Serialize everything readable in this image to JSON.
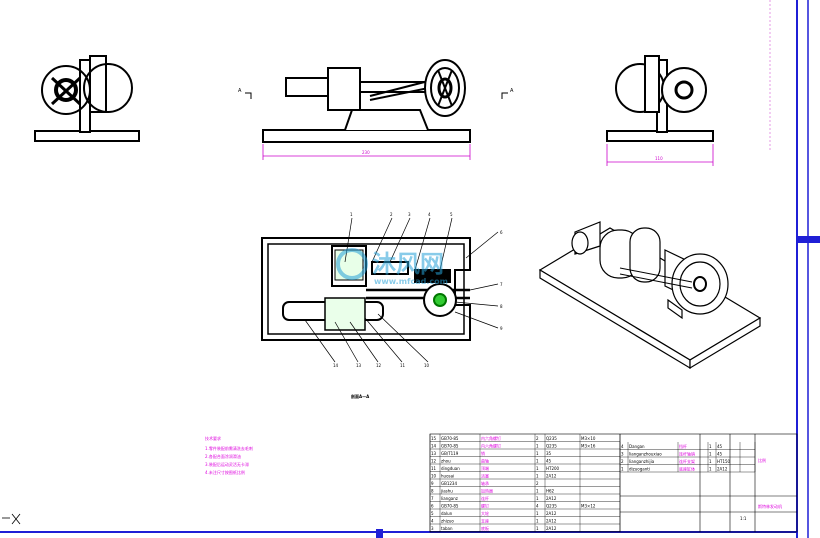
{
  "section_marks": {
    "left": "A",
    "right": "A"
  },
  "dimensions": {
    "front_width": "230",
    "side_width": "110"
  },
  "view_caption": "剖面A—A",
  "callouts": {
    "top": [
      "1",
      "2",
      "3",
      "4",
      "5"
    ],
    "right": [
      "6",
      "7",
      "8",
      "9"
    ],
    "bottom": [
      "14",
      "13",
      "12",
      "11",
      "10"
    ]
  },
  "watermark": {
    "brand": "沐风网",
    "url": "www.mfcad.com"
  },
  "tech_notes": {
    "title": "技术要求",
    "lines": [
      "1.零件装配前需清洗去毛刺",
      "2.各配合面涂润滑油",
      "3.装配后运动灵活无卡滞",
      "4.未注尺寸按图纸比例"
    ]
  },
  "title_block": {
    "drawing_name": "斯特林发动机",
    "scale": "1:1",
    "material_note": "比例"
  },
  "bom_left": [
    {
      "no": "15",
      "code": "GB70-85",
      "name": "内六角螺钉",
      "qty": "2",
      "mat": "Q235",
      "note": "M3×10"
    },
    {
      "no": "14",
      "code": "GB70-85",
      "name": "内六角螺钉",
      "qty": "1",
      "mat": "Q235",
      "note": "M3×16"
    },
    {
      "no": "13",
      "code": "GB/T119",
      "name": "销",
      "qty": "1",
      "mat": "35",
      "note": ""
    },
    {
      "no": "12",
      "code": "zhou",
      "name": "曲轴",
      "qty": "1",
      "mat": "45",
      "note": ""
    },
    {
      "no": "11",
      "code": "dingduan",
      "name": "顶端",
      "qty": "1",
      "mat": "HT200",
      "note": ""
    },
    {
      "no": "10",
      "code": "huosai",
      "name": "活塞",
      "qty": "1",
      "mat": "2A12",
      "note": ""
    },
    {
      "no": "9",
      "code": "GB1234",
      "name": "轴承",
      "qty": "2",
      "mat": "",
      "note": ""
    },
    {
      "no": "8",
      "code": "jiashu",
      "name": "加热器",
      "qty": "1",
      "mat": "H62",
      "note": ""
    },
    {
      "no": "7",
      "code": "lianganz",
      "name": "连杆",
      "qty": "1",
      "mat": "2A12",
      "note": ""
    },
    {
      "no": "6",
      "code": "GB70-85",
      "name": "螺钉",
      "qty": "4",
      "mat": "Q235",
      "note": "M3×12"
    },
    {
      "no": "5",
      "code": "dalun",
      "name": "大轮",
      "qty": "1",
      "mat": "2A12",
      "note": ""
    },
    {
      "no": "4",
      "code": "zhizuo",
      "name": "支座",
      "qty": "1",
      "mat": "2A12",
      "note": ""
    },
    {
      "no": "3",
      "code": "taban",
      "name": "底板",
      "qty": "1",
      "mat": "2A12",
      "note": ""
    }
  ],
  "bom_right": [
    {
      "no": "4",
      "code": "Dangan",
      "name": "挡杆",
      "qty": "1",
      "mat": "45",
      "note": ""
    },
    {
      "no": "3",
      "code": "lianganzhouxiao",
      "name": "连杆轴销",
      "qty": "1",
      "mat": "45",
      "note": ""
    },
    {
      "no": "2",
      "code": "lianganzhijia",
      "name": "连杆支架",
      "qty": "1",
      "mat": "HT150",
      "note": ""
    },
    {
      "no": "1",
      "code": "dizuoganti",
      "name": "底座缸体",
      "qty": "1",
      "mat": "2A12",
      "note": ""
    }
  ]
}
